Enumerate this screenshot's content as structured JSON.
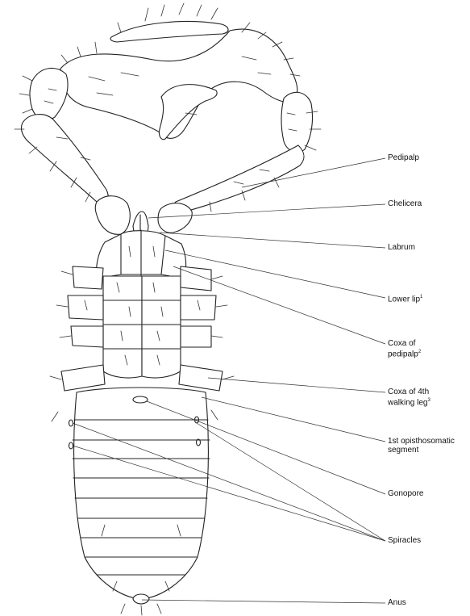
{
  "labels": {
    "pedipalp": "Pedipalp",
    "chelicera": "Chelicera",
    "labrum": "Labrum",
    "lower_lip": "Lower lip",
    "lower_lip_note": "1",
    "coxa_pedipalp": "Coxa of\npedipalp",
    "coxa_pedipalp_note": "2",
    "coxa_4th_leg": "Coxa of 4th\nwalking leg",
    "coxa_4th_leg_note": "3",
    "first_segment": "1st opisthosomatic\nsegment",
    "gonopore": "Gonopore",
    "spiracles": "Spiracles",
    "anus": "Anus"
  }
}
